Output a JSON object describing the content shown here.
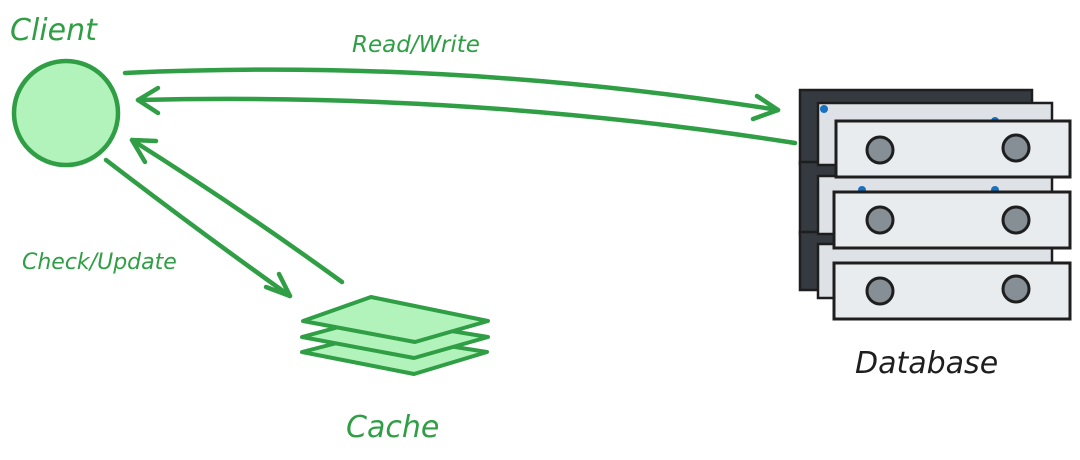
{
  "nodes": {
    "client": {
      "label": "Client"
    },
    "cache": {
      "label": "Cache"
    },
    "database": {
      "label": "Database"
    }
  },
  "edges": {
    "client_database": {
      "label": "Read/Write"
    },
    "client_cache": {
      "label": "Check/Update"
    }
  },
  "colors": {
    "accent_green": "#2f9e44",
    "fill_green": "#b2f2bb",
    "ink": "#1e1e1e",
    "server_panel": "#e9ecef",
    "server_dark": "#343a40",
    "knob": "#868e96"
  }
}
